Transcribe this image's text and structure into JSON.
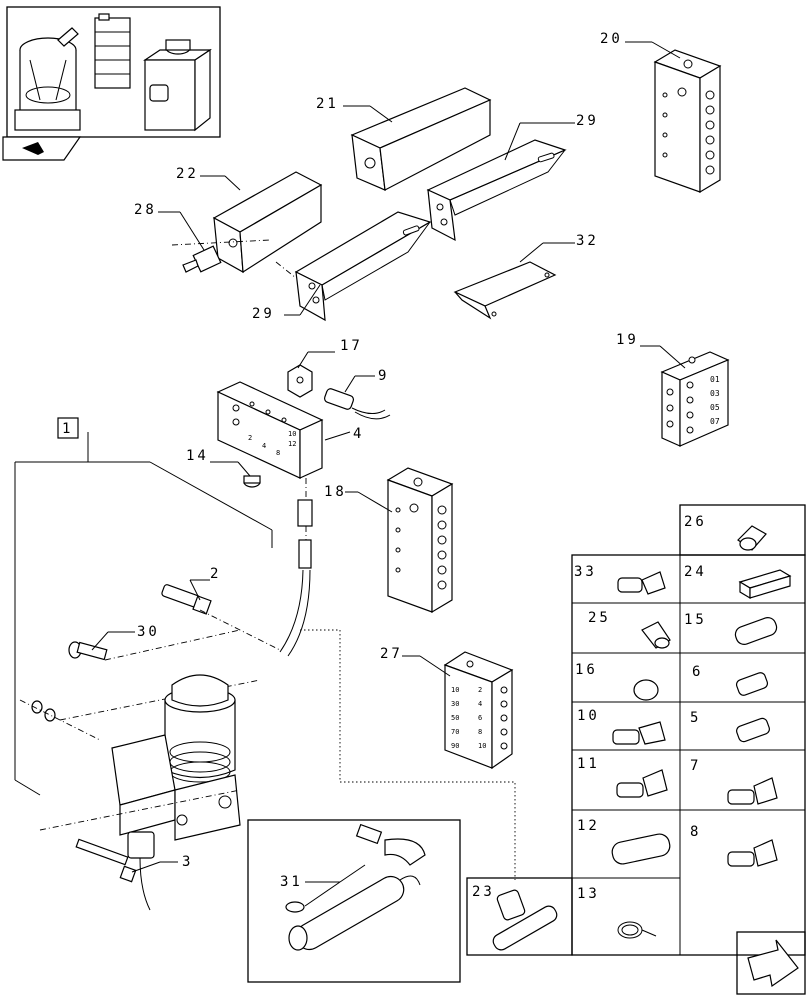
{
  "labels": {
    "p1": "1",
    "p2": "2",
    "p3": "3",
    "p4": "4",
    "p5": "5",
    "p6": "6",
    "p7": "7",
    "p8": "8",
    "p9": "9",
    "p10": "10",
    "p11": "11",
    "p12": "12",
    "p13": "13",
    "p14": "14",
    "p15": "15",
    "p16": "16",
    "p17": "17",
    "p18": "18",
    "p19": "19",
    "p20": "20",
    "p21": "21",
    "p22": "22",
    "p23": "23",
    "p24": "24",
    "p25": "25",
    "p26": "26",
    "p27": "27",
    "p28": "28",
    "p29a": "29",
    "p29b": "29",
    "p30": "30",
    "p31": "31",
    "p32": "32",
    "p33": "33"
  },
  "block_marks": {
    "b19": [
      "01",
      "03",
      "05",
      "07"
    ],
    "b27_left": [
      "10",
      "30",
      "50",
      "70",
      "90"
    ],
    "b27_right": [
      "2",
      "4",
      "6",
      "8",
      "10"
    ],
    "b4": [
      "2",
      "4",
      "8",
      "10",
      "12"
    ]
  },
  "icons": [
    "thumbnail-lubrication-unit-icon",
    "arrow-nav-icon",
    "next-page-arrow-icon"
  ]
}
